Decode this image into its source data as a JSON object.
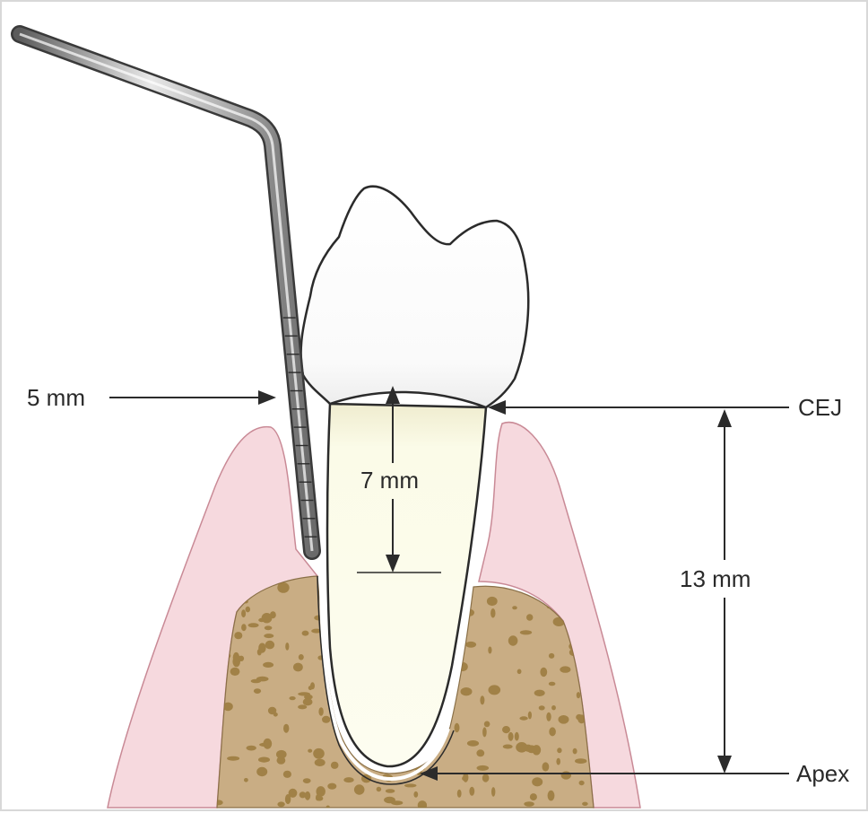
{
  "labels": {
    "probe_depth": "5 mm",
    "cej": "CEJ",
    "attachment_loss": "7 mm",
    "root_length": "13 mm",
    "apex": "Apex"
  },
  "colors": {
    "gingiva": "#f6d9de",
    "gingiva_edge": "#c98a96",
    "bone": "#c9ad84",
    "bone_pores": "#9a7a3c",
    "root": "#fbfbe6",
    "crown": "#ffffff",
    "outline": "#2b2b2b",
    "probe": "#9b9b9b"
  },
  "icons": {
    "probe": "periodontal-probe-icon"
  }
}
